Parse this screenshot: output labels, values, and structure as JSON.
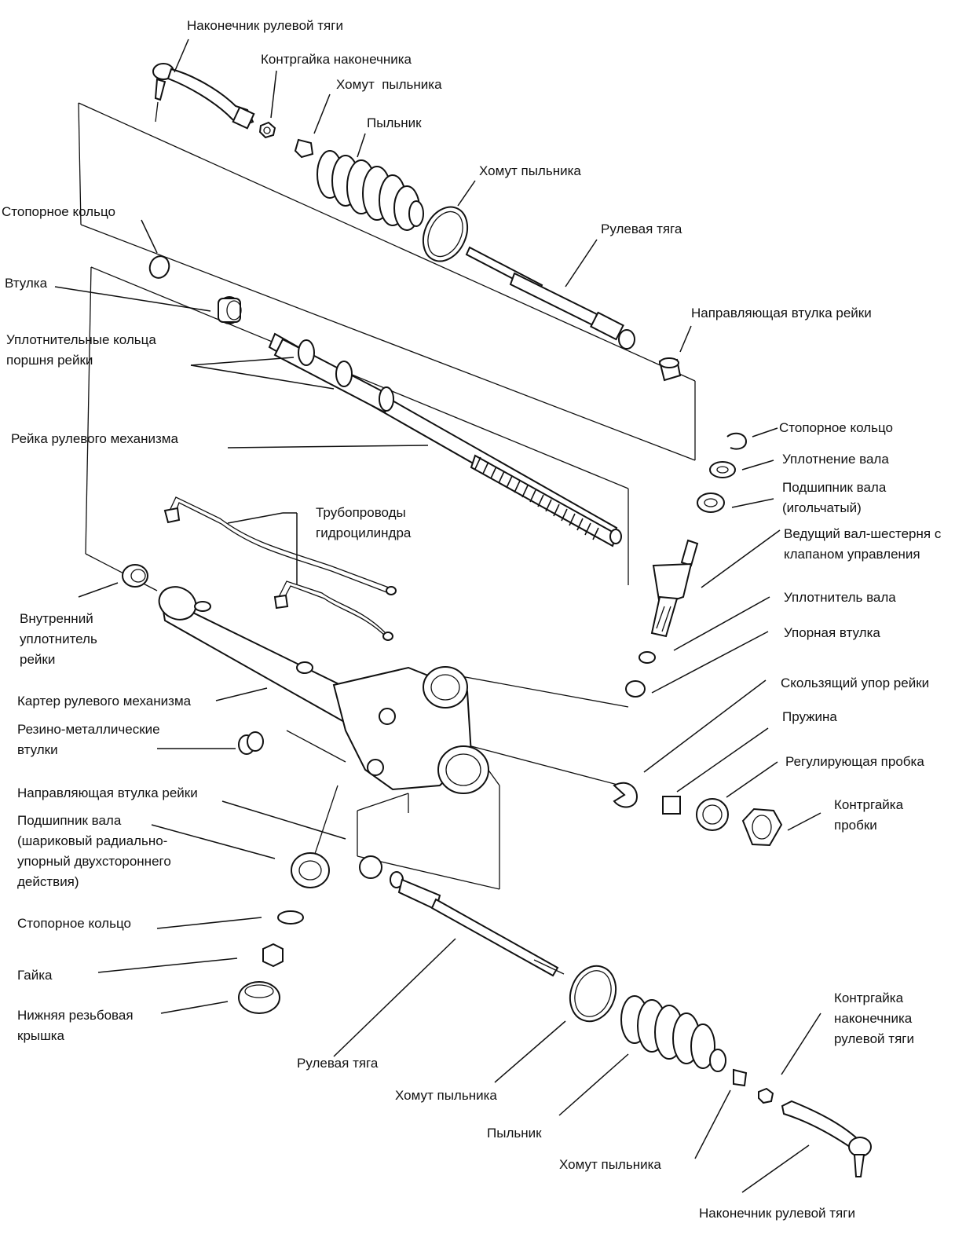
{
  "labels": {
    "tie_rod_end_top": "Наконечник рулевой тяги",
    "tie_rod_end_locknut_top": "Контргайка наконечника",
    "boot_clamp_top1": "Хомут  пыльника",
    "boot_top": "Пыльник",
    "boot_clamp_top2": "Хомут пыльника",
    "retaining_ring_left": "Стопорное кольцо",
    "tie_rod_top": "Рулевая тяга",
    "bushing": "Втулка",
    "rack_guide_bushing_top": "Направляющая втулка рейки",
    "piston_seal_rings": "Уплотнительные кольца\nпоршня рейки",
    "retaining_ring_right": "Стопорное кольцо",
    "steering_rack": "Рейка рулевого механизма",
    "shaft_seal_top": "Уплотнение вала",
    "shaft_bearing_needle": "Подшипник вала\n(игольчатый)",
    "cylinder_pipes": "Трубопроводы\nгидроцилиндра",
    "pinion_shaft": "Ведущий вал-шестерня с\nклапаном управления",
    "inner_rack_seal": "Внутренний\nуплотнитель\nрейки",
    "shaft_seal_right": "Уплотнитель вала",
    "thrust_bushing": "Упорная втулка",
    "gear_housing": "Картер рулевого механизма",
    "rack_slide_stop": "Скользящий упор рейки",
    "rubber_metal_bushings": "Резино-металлические\nвтулки",
    "spring": "Пружина",
    "adjusting_plug": "Регулирующая пробка",
    "rack_guide_bushing_bottom": "Направляющая втулка рейки",
    "plug_locknut": "Контргайка\nпробки",
    "ball_bearing": "Подшипник вала\n(шариковый радиально-\nупорный двухстороннего\nдействия)",
    "retaining_ring_bottom": "Стопорное кольцо",
    "nut": "Гайка",
    "bottom_cap": "Нижняя резьбовая\nкрышка",
    "tie_rod_end_locknut_bottom": "Контргайка\nнаконечника\nрулевой тяги",
    "tie_rod_bottom": "Рулевая тяга",
    "boot_clamp_bottom1": "Хомут пыльника",
    "boot_bottom": "Пыльник",
    "boot_clamp_bottom2": "Хомут пыльника",
    "tie_rod_end_bottom": "Наконечник рулевой тяги"
  },
  "colors": {
    "ink": "#111111",
    "paper": "#ffffff"
  }
}
